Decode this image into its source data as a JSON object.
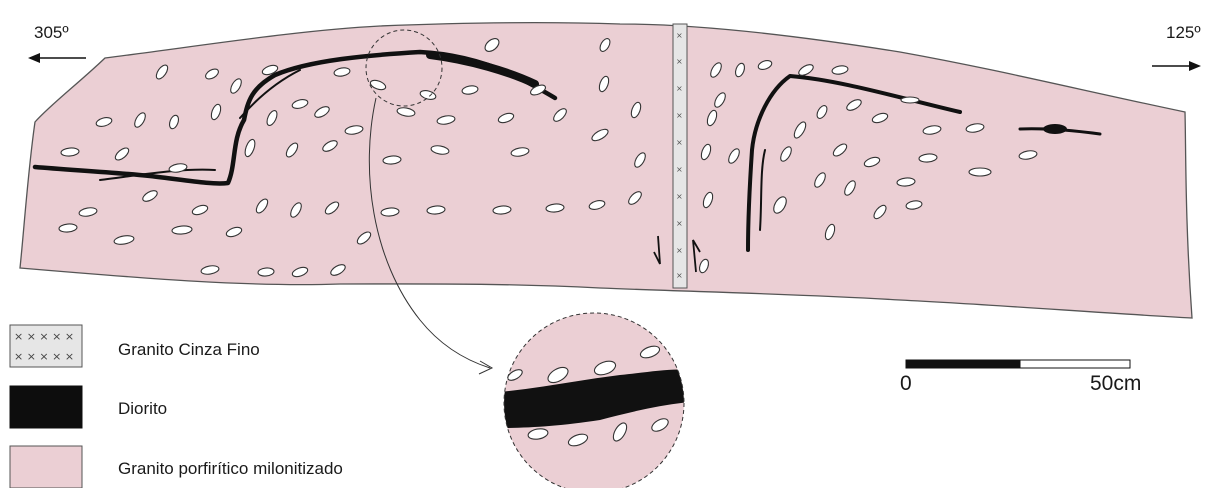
{
  "orientation": {
    "left": "305º",
    "right": "125º"
  },
  "legend": [
    {
      "id": "granito-cinza",
      "label": "Granito Cinza Fino",
      "color": "#e6e6e6"
    },
    {
      "id": "diorito",
      "label": "Diorito",
      "color": "#0d0d0d"
    },
    {
      "id": "granito-porfiritico",
      "label": "Granito porfirítico milonitizado",
      "color": "#ebcfd4"
    }
  ],
  "scale": {
    "start": "0",
    "end": "50cm"
  },
  "colors": {
    "outcrop": "#ebcfd4",
    "outline": "#555555",
    "dike": "#111111",
    "phenocryst": "#ffffff"
  }
}
